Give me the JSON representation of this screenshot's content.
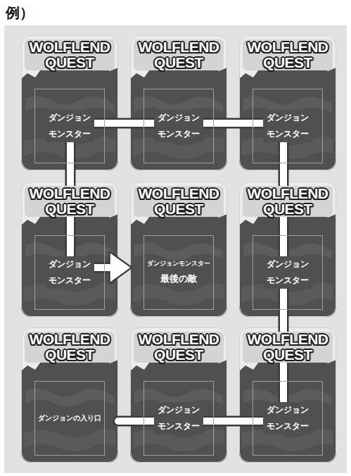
{
  "diagram": {
    "title": "例）",
    "nodes": [
      {
        "text": [
          "WOLFLEND QUEST",
          "ダンジョン モンスター"
        ]
      },
      {
        "text": [
          "WOLFLEND QUEST",
          "ダンジョン モンスター"
        ]
      },
      {
        "text": [
          "WOLFLEND QUEST",
          "ダンジョン モンスター"
        ]
      },
      {
        "text": [
          "WOLFLEND QUEST",
          "ダンジョン モンスター"
        ]
      },
      {
        "text": [
          "WOLFLEND QUEST",
          "ダンジョンモンスター",
          "最後の敵"
        ]
      },
      {
        "text": [
          "WOLFLEND QUEST",
          "ダンジョン モンスター"
        ]
      },
      {
        "text": [
          "WOLFLEND QUEST",
          "ダンジョンの入り口"
        ]
      },
      {
        "text": [
          "WOLFLEND QUEST",
          "ダンジョン モンスター"
        ]
      },
      {
        "text": [
          "WOLFLEND QUEST",
          "ダンジョン モンスター"
        ]
      }
    ],
    "edges": [
      {
        "from": 6,
        "to": 4,
        "arrow": "to"
      }
    ]
  }
}
